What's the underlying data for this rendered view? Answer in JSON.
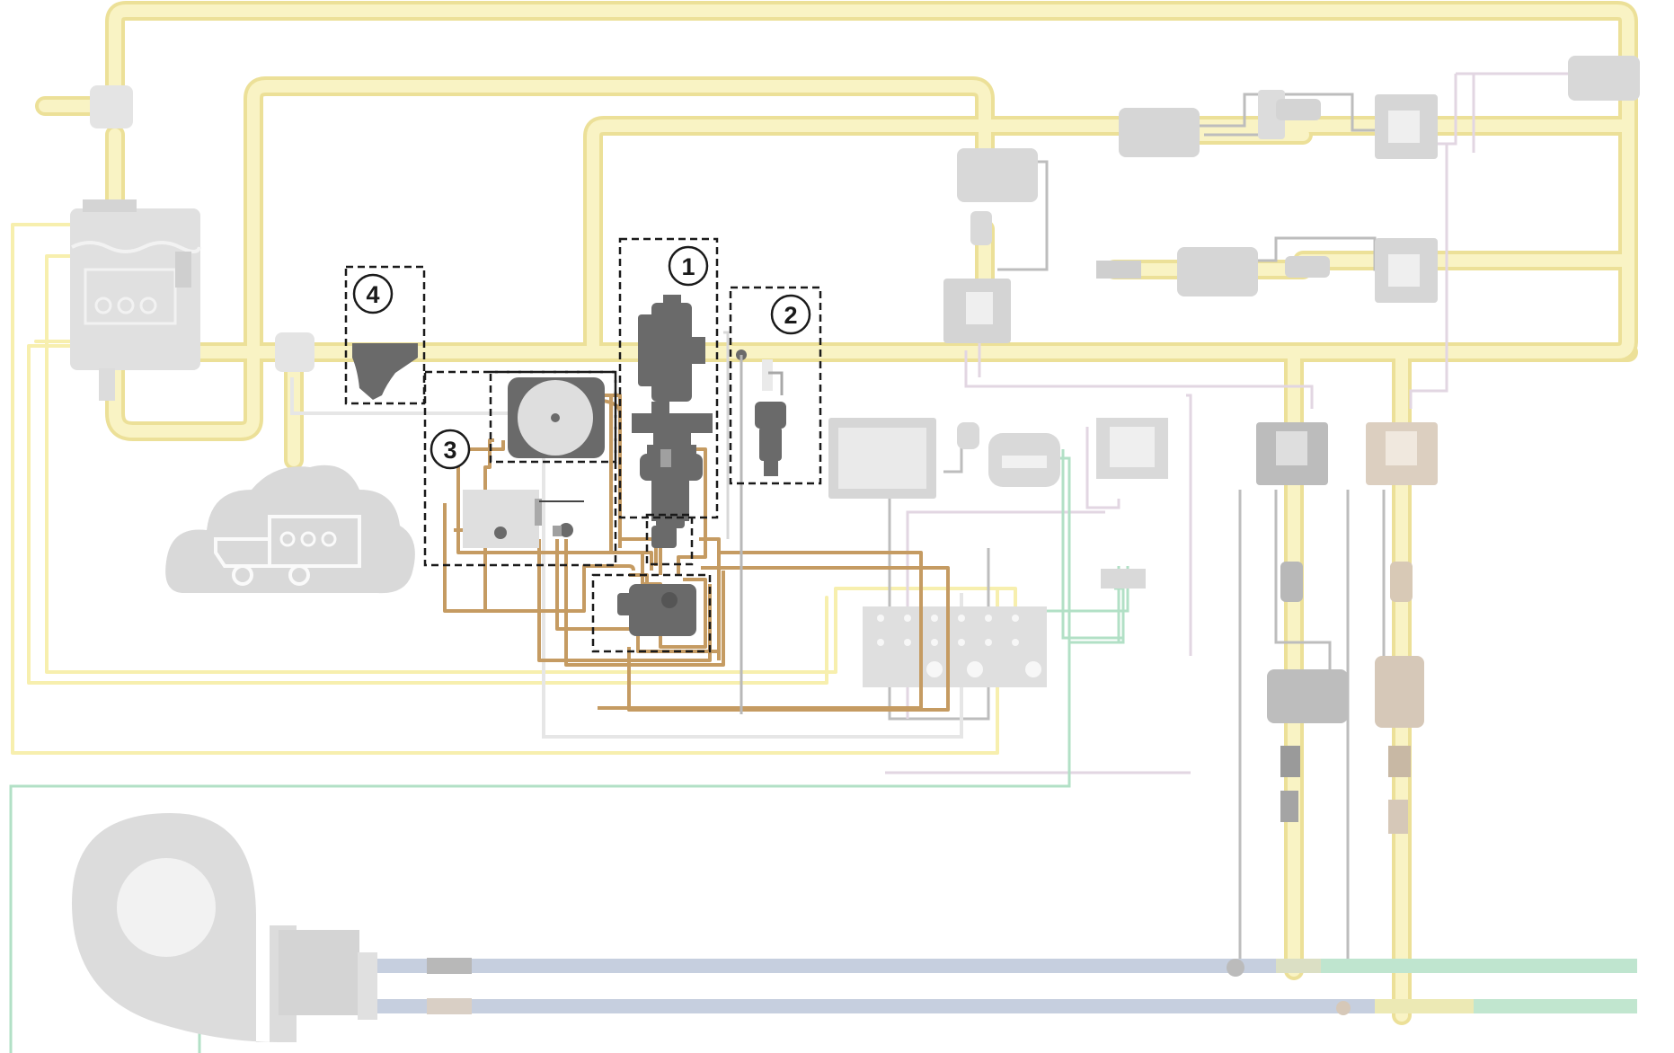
{
  "diagram": {
    "callouts": [
      {
        "id": "1",
        "label": "1"
      },
      {
        "id": "2",
        "label": "2"
      },
      {
        "id": "3",
        "label": "3"
      },
      {
        "id": "4",
        "label": "4"
      }
    ]
  },
  "colors": {
    "fuel_line": "#f7efae",
    "fuel_line_edge": "#e8dc86",
    "oil_line": "#c89a5e",
    "gray_line": "#aeaeae",
    "green_line": "#a8dcbe",
    "purple_line": "#ddd0dc",
    "blue_pipe": "#c3ccdc",
    "component_gray": "#6b6b6b",
    "faded_component": "#d6d6d6",
    "tan_component": "#ddd0c0"
  }
}
